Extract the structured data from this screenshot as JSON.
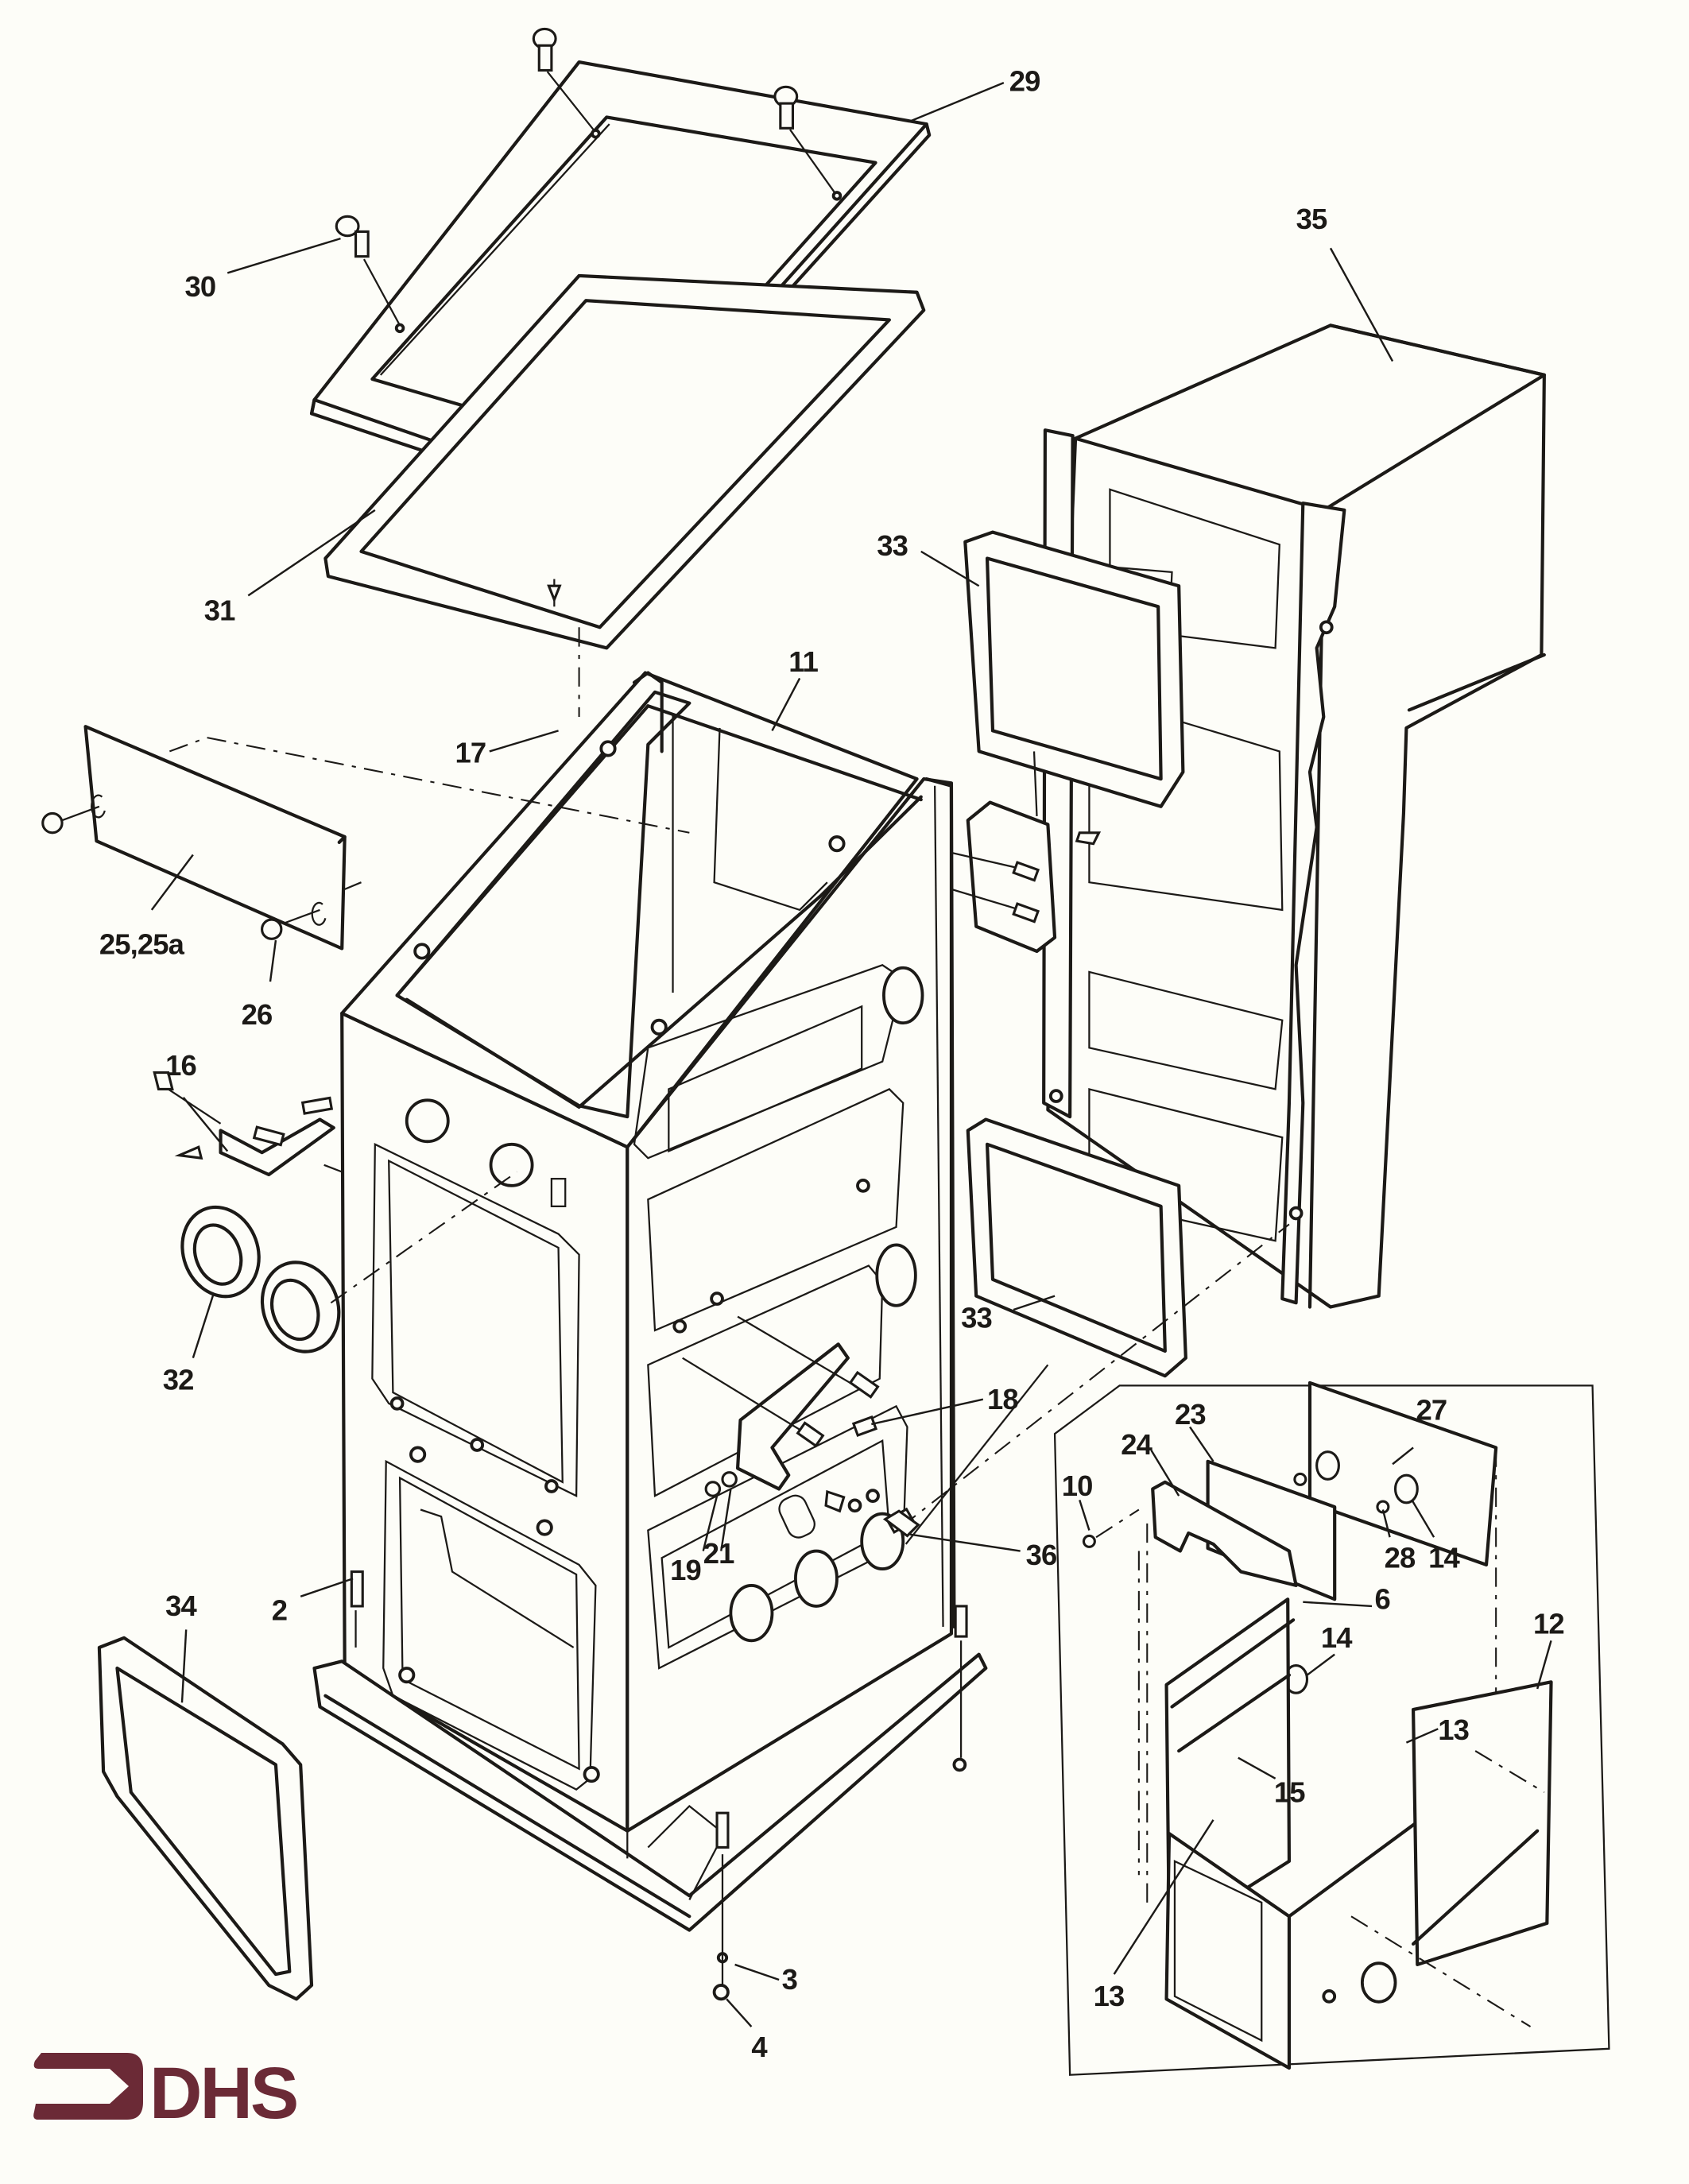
{
  "document": {
    "type": "exploded parts diagram",
    "brand_logo_text": "DHS",
    "brand_color": "#6b2a36",
    "line_color": "#1c1a17",
    "paper_color": "#fdfdf8"
  },
  "callouts": [
    {
      "id": "29",
      "label": "29"
    },
    {
      "id": "35",
      "label": "35"
    },
    {
      "id": "30",
      "label": "30"
    },
    {
      "id": "31",
      "label": "31"
    },
    {
      "id": "33a",
      "label": "33"
    },
    {
      "id": "11",
      "label": "11"
    },
    {
      "id": "17",
      "label": "17"
    },
    {
      "id": "25",
      "label": "25,25a"
    },
    {
      "id": "26",
      "label": "26"
    },
    {
      "id": "16",
      "label": "16"
    },
    {
      "id": "32",
      "label": "32"
    },
    {
      "id": "33b",
      "label": "33"
    },
    {
      "id": "18",
      "label": "18"
    },
    {
      "id": "19",
      "label": "19"
    },
    {
      "id": "21",
      "label": "21"
    },
    {
      "id": "36",
      "label": "36"
    },
    {
      "id": "2",
      "label": "2"
    },
    {
      "id": "34",
      "label": "34"
    },
    {
      "id": "3",
      "label": "3"
    },
    {
      "id": "4",
      "label": "4"
    },
    {
      "id": "23",
      "label": "23"
    },
    {
      "id": "27",
      "label": "27"
    },
    {
      "id": "24",
      "label": "24"
    },
    {
      "id": "10",
      "label": "10"
    },
    {
      "id": "28",
      "label": "28"
    },
    {
      "id": "14a",
      "label": "14"
    },
    {
      "id": "6",
      "label": "6"
    },
    {
      "id": "14b",
      "label": "14"
    },
    {
      "id": "12",
      "label": "12"
    },
    {
      "id": "13a",
      "label": "13"
    },
    {
      "id": "15",
      "label": "15"
    },
    {
      "id": "13b",
      "label": "13"
    }
  ]
}
